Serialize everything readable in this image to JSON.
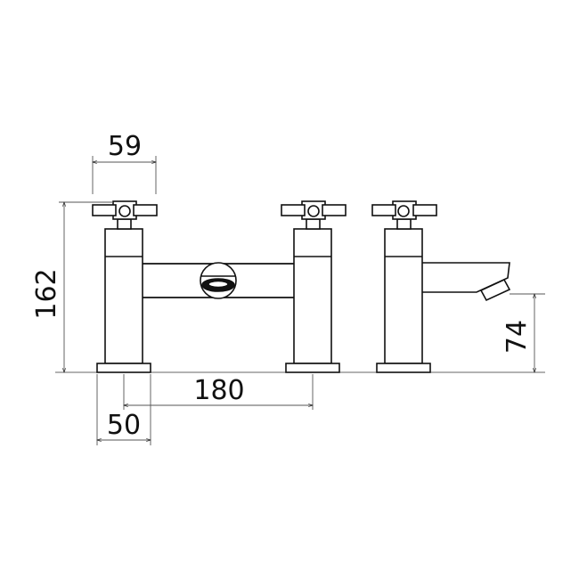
{
  "drawing": {
    "subject": "bath filler tap technical drawing",
    "views": [
      "front view",
      "side view"
    ],
    "line_color": "#111111",
    "dim_line_color": "#555555",
    "background": "#ffffff"
  },
  "dimensions": {
    "handle_width": "59",
    "overall_height": "162",
    "tap_centres": "180",
    "base_width": "50",
    "spout_height": "74"
  }
}
